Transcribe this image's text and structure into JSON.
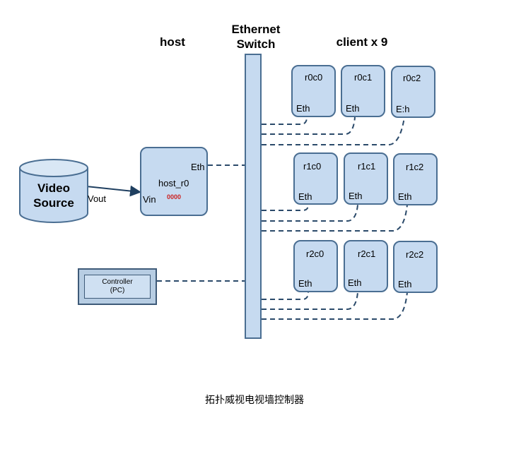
{
  "headings": {
    "host": "host",
    "switch_line1": "Ethernet",
    "switch_line2": "Switch",
    "clients": "client x 9"
  },
  "video_source": {
    "line1": "Video",
    "line2": "Source",
    "port": "Vout"
  },
  "host_node": {
    "name": "host_r0",
    "eth_port": "Eth",
    "vin_port": "Vin",
    "indicator": "0000"
  },
  "controller": {
    "line1": "Controller",
    "line2": "(PC)"
  },
  "clients": [
    {
      "name": "r0c0",
      "port": "Eth"
    },
    {
      "name": "r0c1",
      "port": "Eth"
    },
    {
      "name": "r0c2",
      "port": "E:h"
    },
    {
      "name": "r1c0",
      "port": "Eth"
    },
    {
      "name": "r1c1",
      "port": "Eth"
    },
    {
      "name": "r1c2",
      "port": "Eth"
    },
    {
      "name": "r2c0",
      "port": "Eth"
    },
    {
      "name": "r2c1",
      "port": "Eth"
    },
    {
      "name": "r2c2",
      "port": "Eth"
    }
  ],
  "caption": "拓扑威视电视墙控制器",
  "colors": {
    "node_fill": "#c6daf0",
    "node_border": "#4a6e92",
    "link": "#2b4a6a",
    "indicator": "#cc2222"
  }
}
